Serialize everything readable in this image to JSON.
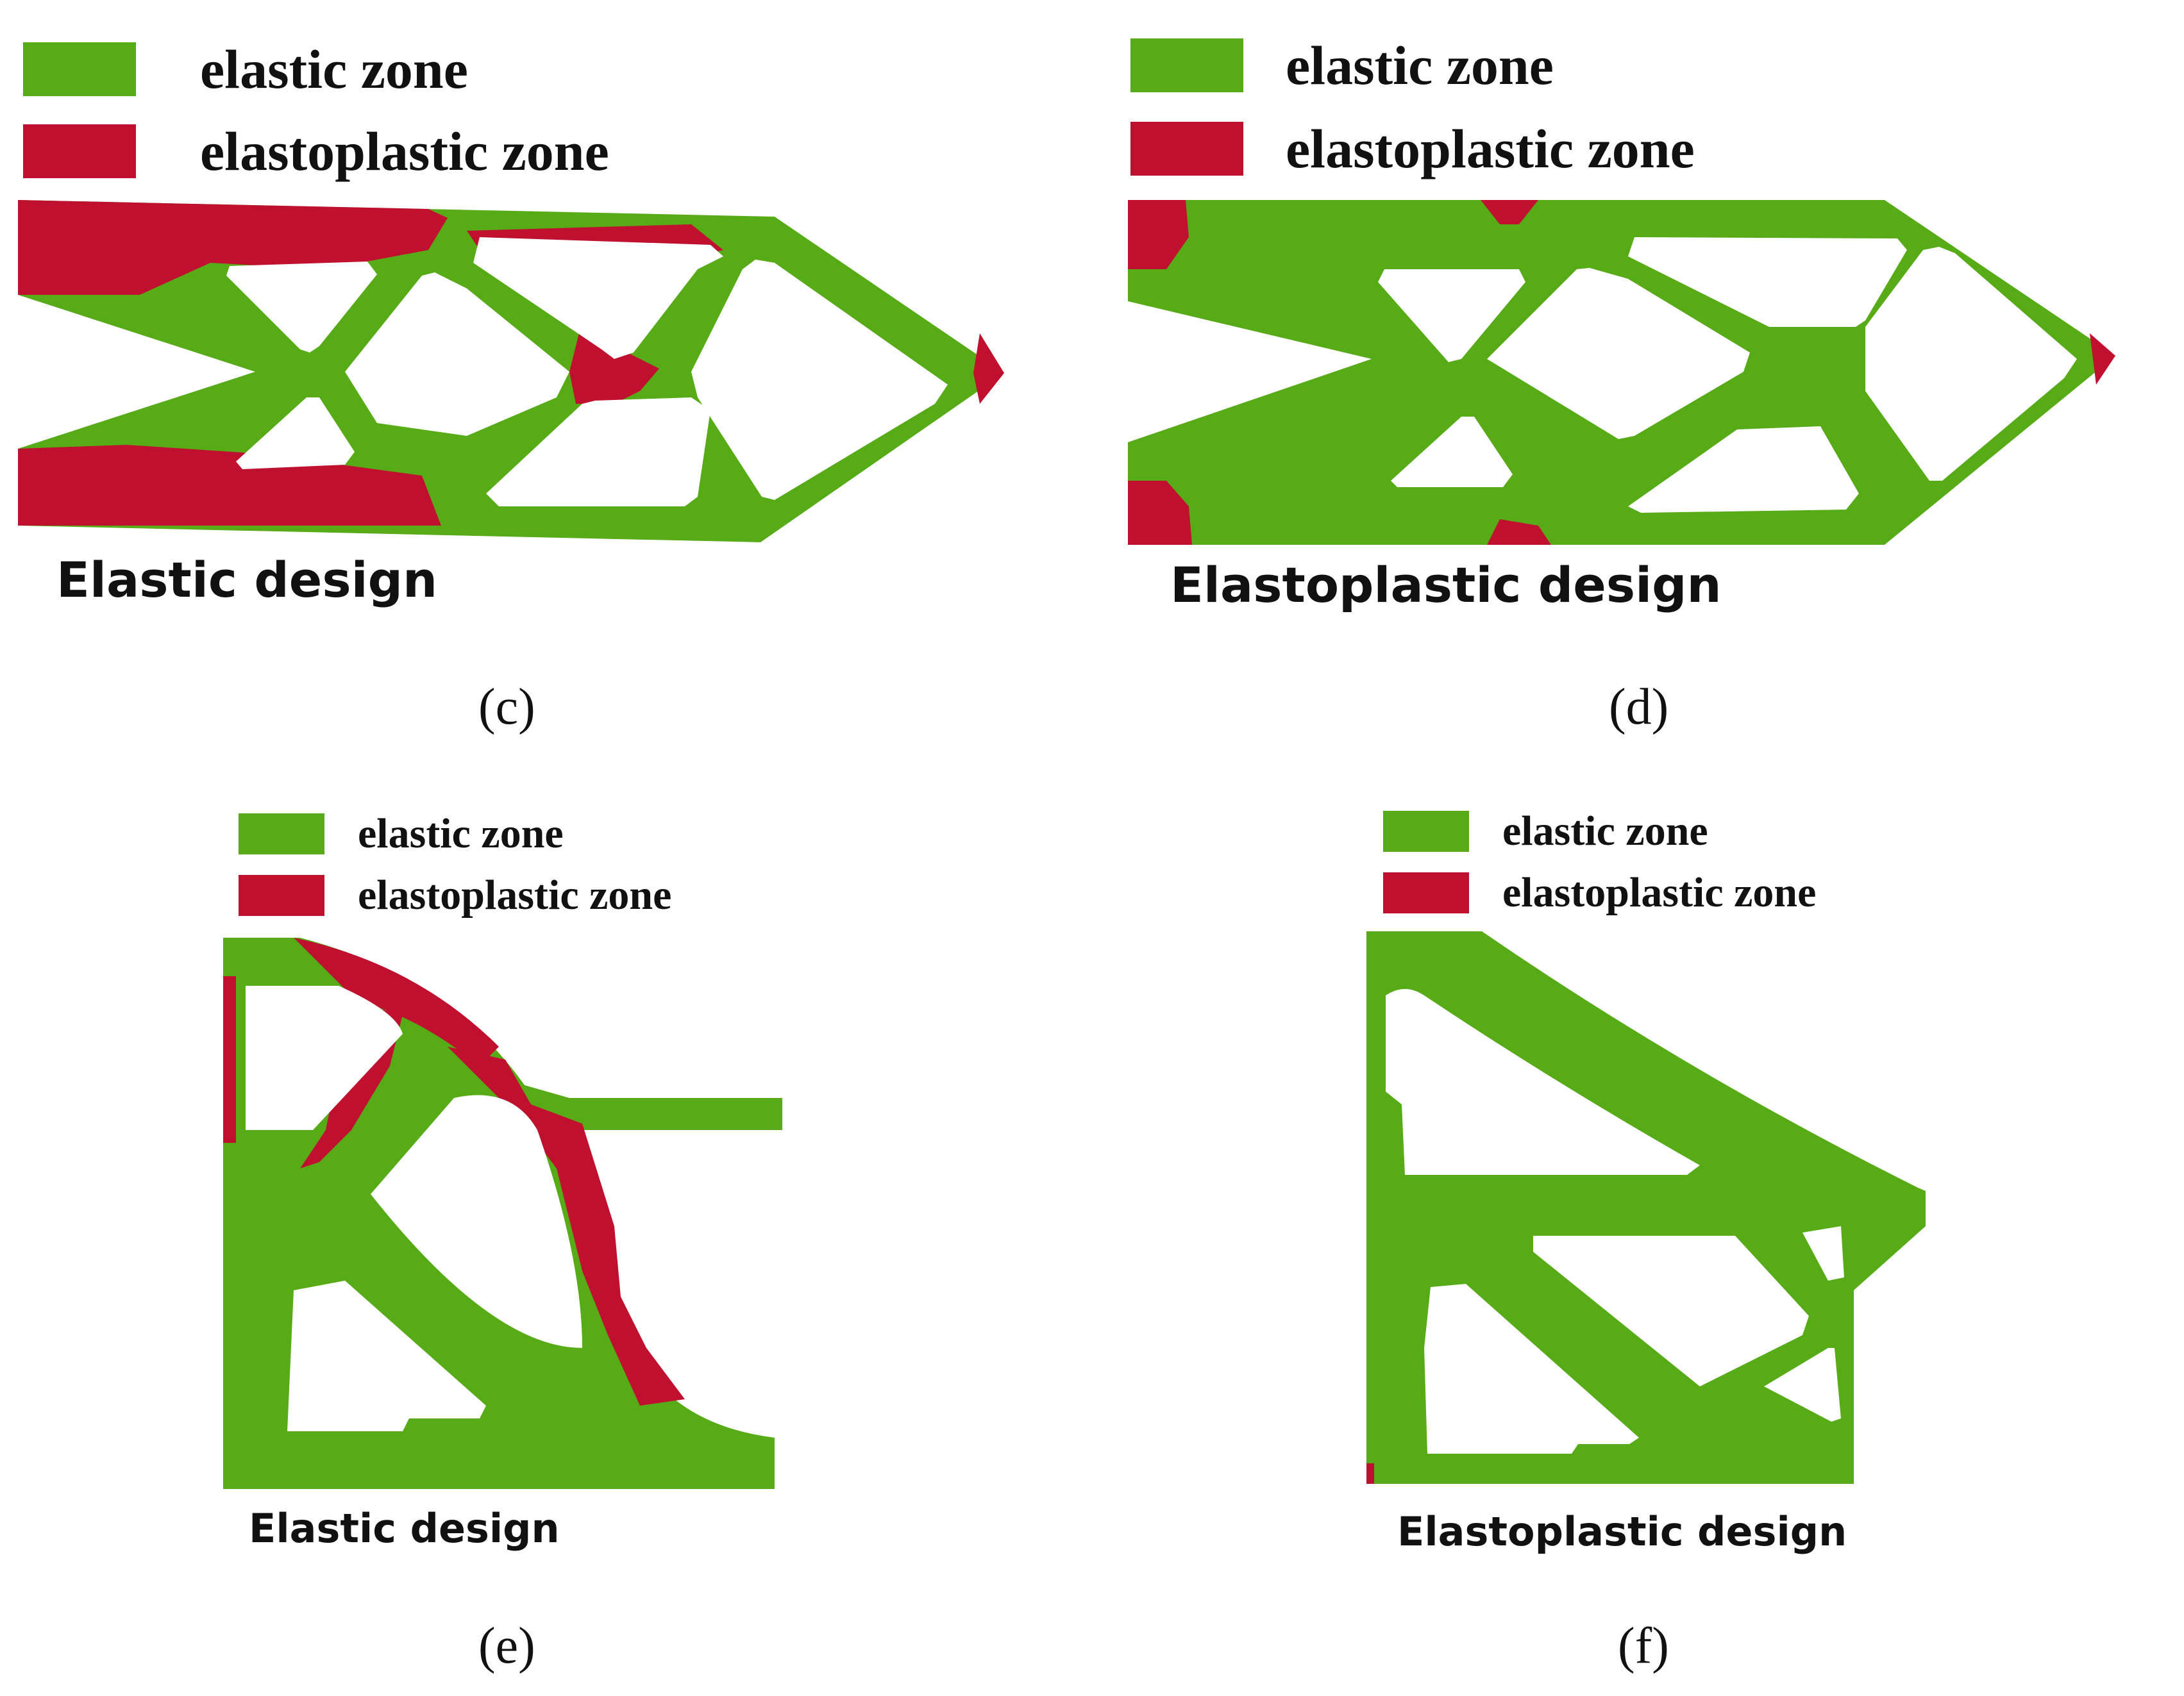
{
  "colors": {
    "elastic": "#56ab16",
    "elastoplastic": "#c0102f",
    "background": "#ffffff"
  },
  "panels": [
    {
      "id": "c",
      "caption": "(c)",
      "design_label": "Elastic design",
      "legend": {
        "elastic": "elastic zone",
        "elastoplastic": "elastoplastic zone"
      }
    },
    {
      "id": "d",
      "caption": "(d)",
      "design_label": "Elastoplastic design",
      "legend": {
        "elastic": "elastic zone",
        "elastoplastic": "elastoplastic zone"
      }
    },
    {
      "id": "e",
      "caption": "(e)",
      "design_label": "Elastic design",
      "legend": {
        "elastic": "elastic zone",
        "elastoplastic": "elastoplastic zone"
      }
    },
    {
      "id": "f",
      "caption": "(f)",
      "design_label": "Elastoplastic design",
      "legend": {
        "elastic": "elastic zone",
        "elastoplastic": "elastoplastic zone"
      }
    }
  ]
}
